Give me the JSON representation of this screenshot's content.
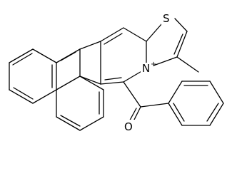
{
  "molecule": {
    "atoms": {
      "sulfur": "S",
      "nitrogen": "N",
      "nitrogen_charge": "+",
      "oxygen": "O"
    },
    "colors": {
      "bond": "#000000",
      "background": "#ffffff"
    }
  }
}
